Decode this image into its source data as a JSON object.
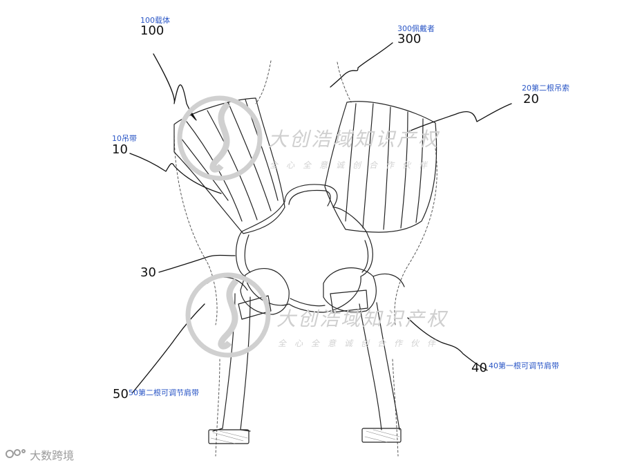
{
  "labels": {
    "carrier": {
      "desc": "100载体",
      "num": "100"
    },
    "wearer": {
      "desc": "300佩戴者",
      "num": "300"
    },
    "second_sling": {
      "desc": "20第二根吊索",
      "num": "20"
    },
    "sling": {
      "desc": "10吊带",
      "num": "10"
    },
    "ring": {
      "num": "30"
    },
    "first_strap": {
      "desc": "40第一根可调节肩带",
      "num": "40"
    },
    "second_strap": {
      "desc": "50第二根可调节肩带",
      "num": "50"
    }
  },
  "watermark": {
    "title": "大创浩域知识产权",
    "subtitle": "全心全意诚创合作伙伴"
  },
  "brand": {
    "name": "大数跨境"
  },
  "colors": {
    "label_blue": "#2a56c6",
    "line": "#222222",
    "watermark": "#cfcfcf"
  },
  "icons": [
    "watermark-logo-icon",
    "brand-logo-icon"
  ]
}
